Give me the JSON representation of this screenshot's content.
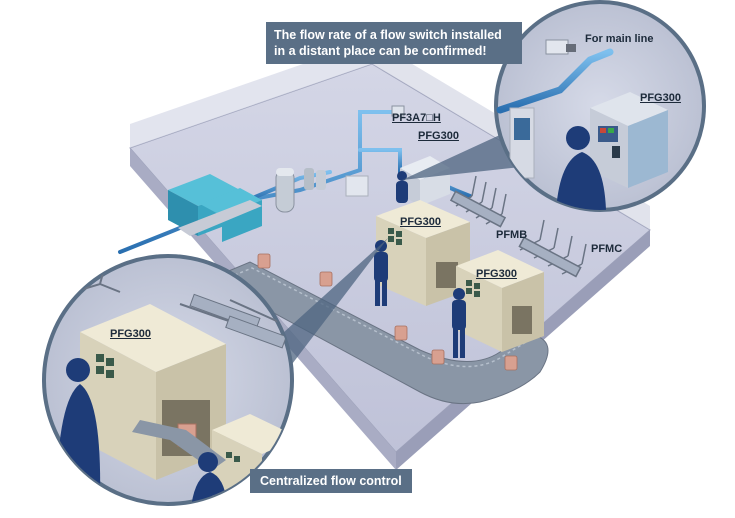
{
  "callouts": {
    "top_banner_line1": "The flow rate of a flow switch installed",
    "top_banner_line2": "in a distant place can be confirmed!",
    "bottom_banner": "Centralized flow control"
  },
  "labels": {
    "for_main_line": "For main line",
    "pfg300_top_inset": "PFG300",
    "pf3a7h": "PF3A7□H",
    "pfg300_control_room": "PFG300",
    "pfg300_machine_1": "PFG300",
    "pfmb": "PFMB",
    "pfg300_machine_2": "PFG300",
    "pfmc": "PFMC",
    "pfg300_left_inset": "PFG300"
  },
  "colors": {
    "banner": "#5a6f86",
    "floor": "#c6c8dc",
    "pipe": "#3a8fd0",
    "machine": "#ddd8c4",
    "conveyor": "#8a96a6",
    "worker": "#1e3c78",
    "equipment": "#3aa0b8"
  }
}
